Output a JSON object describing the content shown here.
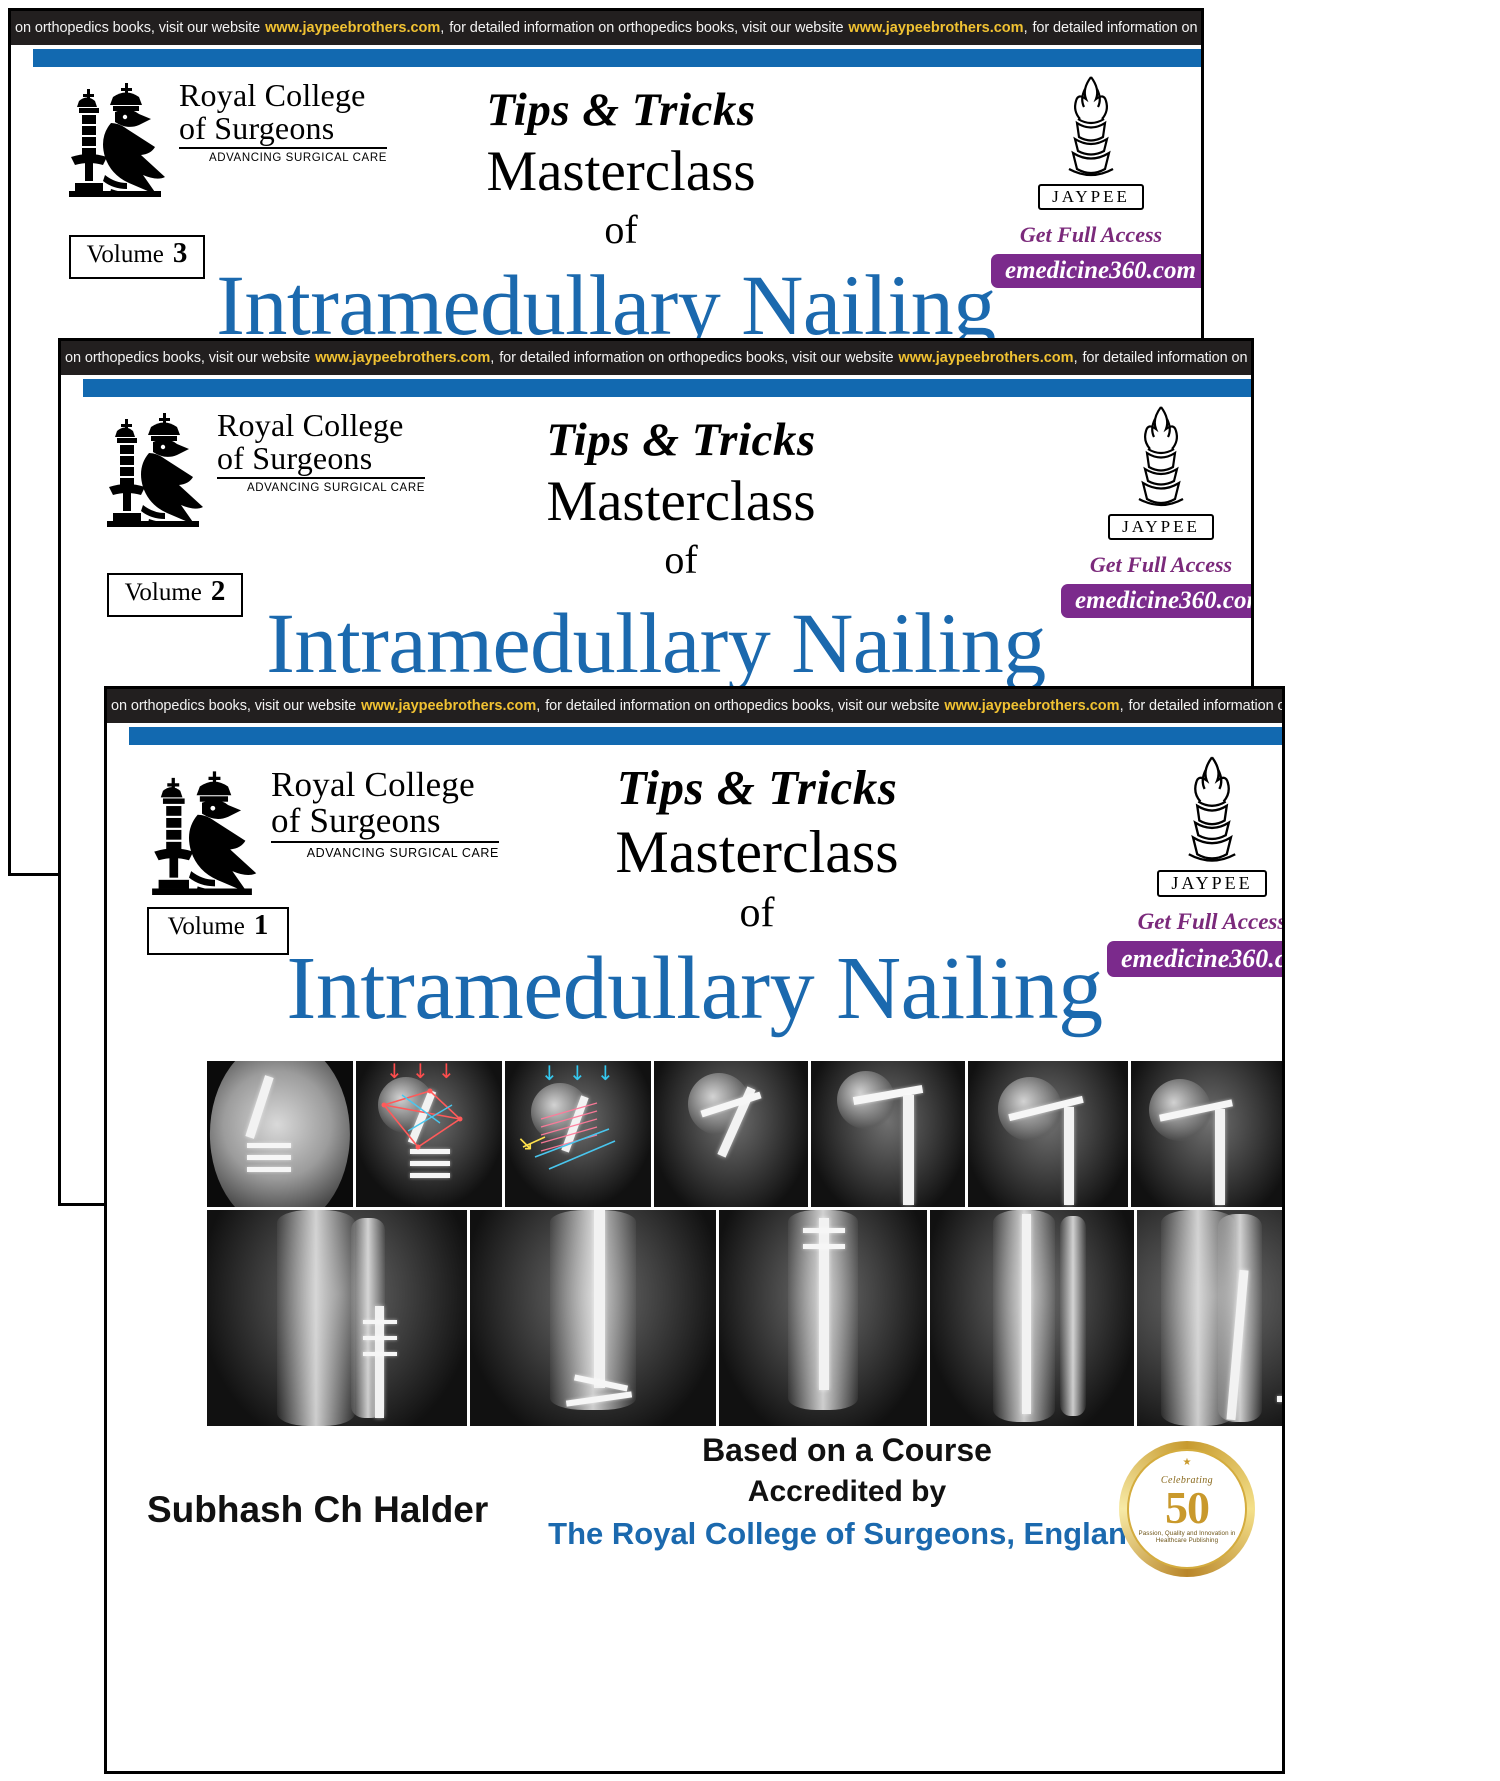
{
  "marquee": {
    "text_lead": "on orthopedics books, visit our website ",
    "url": "www.jaypeebrothers.com",
    "text_mid": ", for detailed information on orthopedics books, visit our website ",
    "segments": [
      "on orthopedics books, visit our website",
      "for detailed information on orthopedics books, visit our website",
      "for detailed information on orthopedics books, visit our website"
    ]
  },
  "rcs_logo": {
    "line1": "Royal College",
    "line2": "of Surgeons",
    "tagline": "ADVANCING SURGICAL CARE",
    "crest_icon": "crowned-eagle-on-mace-icon"
  },
  "publisher": {
    "name": "JAYPEE",
    "torch_icon": "torch-hand-icon",
    "get_access_label": "Get Full Access",
    "access_url": "emedicine360.com"
  },
  "title": {
    "tips": "Tips & Tricks",
    "masterclass": "Masterclass",
    "of": "of",
    "main": "Intramedullary Nailing"
  },
  "volumes": [
    {
      "label": "Volume",
      "number": "3"
    },
    {
      "label": "Volume",
      "number": "2"
    },
    {
      "label": "Volume",
      "number": "1"
    }
  ],
  "credit": {
    "line1": "Based on a Course",
    "line2": "Accredited by",
    "line3": "The Royal College of Surgeons, England"
  },
  "author": "Subhash Ch Halder",
  "seal": {
    "celebrating": "Celebrating",
    "years": "50",
    "tagline": "Passion, Quality and Innovation in Healthcare Publishing",
    "star_icon": "star-icon"
  },
  "xray_montage": {
    "row1_captions": [
      "fluoroscopy-hip-screw",
      "hip-measurement-annotated",
      "hip-planning-annotated",
      "hip-lag-screw-ap",
      "proximal-femur-nail",
      "hip-ap-postop",
      "hip-lateral-postop"
    ],
    "row2_captions": [
      "tibia-ap-plate",
      "tibia-lateral-nail",
      "ankle-lateral-nail",
      "tibia-ap-nail",
      "tibia-lateral-nail-2",
      "ankle-ap-nail",
      "tibia-fracture-nail"
    ]
  },
  "colors": {
    "brand_blue": "#1b69ae",
    "rule_blue": "#1269b0",
    "marquee_bg": "#221f1f",
    "marquee_url": "#f1c232",
    "purple": "#7b2a8c",
    "gold": "#c9992c"
  }
}
